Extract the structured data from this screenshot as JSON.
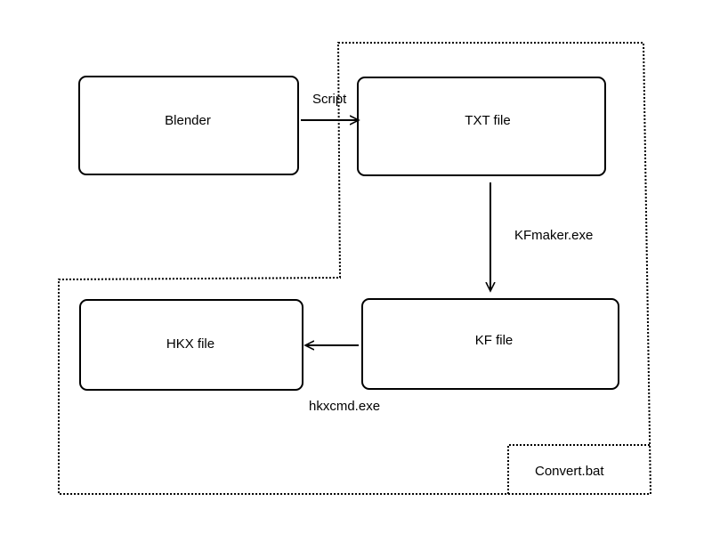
{
  "nodes": {
    "blender": {
      "label": "Blender"
    },
    "txt_file": {
      "label": "TXT file"
    },
    "kf_file": {
      "label": "KF file"
    },
    "hkx_file": {
      "label": "HKX file"
    }
  },
  "edges": {
    "script": {
      "label": "Script"
    },
    "kfmaker": {
      "label": "KFmaker.exe"
    },
    "hkxcmd": {
      "label": "hkxcmd.exe"
    }
  },
  "region": {
    "label": "Convert.bat"
  },
  "colors": {
    "stroke": "#000000",
    "background": "#ffffff"
  }
}
